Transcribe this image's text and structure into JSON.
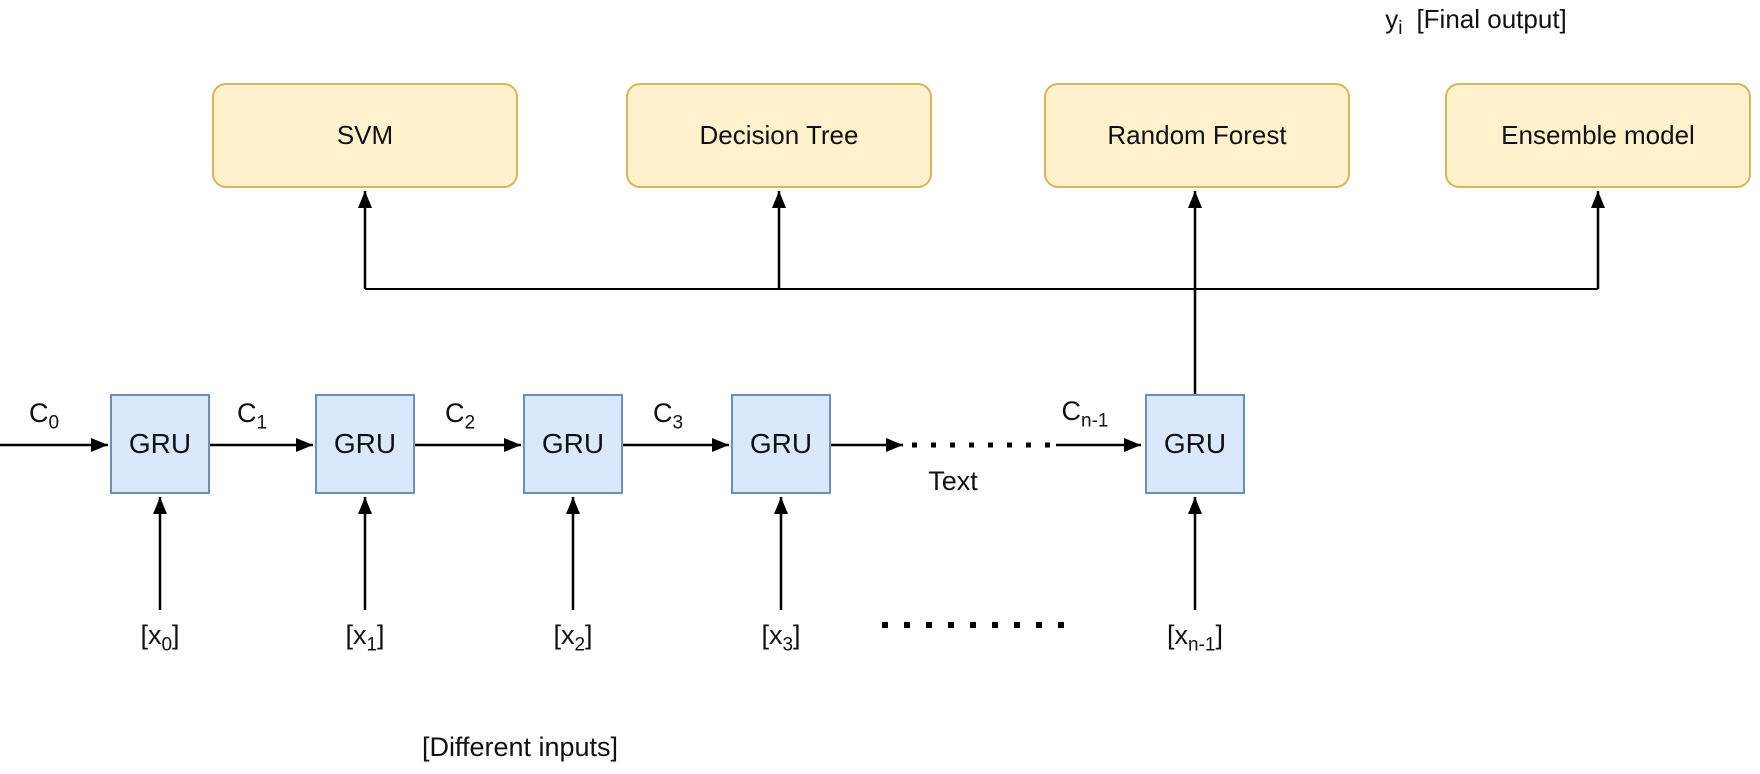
{
  "diagram": {
    "final_output": {
      "base": "y",
      "sub": "i",
      "rest": "[Final output]"
    },
    "classifiers": [
      {
        "label": "SVM"
      },
      {
        "label": "Decision Tree"
      },
      {
        "label": "Random Forest"
      },
      {
        "label": "Ensemble model"
      }
    ],
    "gru_units": [
      {
        "label": "GRU"
      },
      {
        "label": "GRU"
      },
      {
        "label": "GRU"
      },
      {
        "label": "GRU"
      },
      {
        "label": "GRU"
      }
    ],
    "c_labels": [
      {
        "base": "C",
        "sub": "0"
      },
      {
        "base": "C",
        "sub": "1"
      },
      {
        "base": "C",
        "sub": "2"
      },
      {
        "base": "C",
        "sub": "3"
      },
      {
        "base": "C",
        "sub": "n-1"
      }
    ],
    "x_labels": [
      {
        "open": "[x",
        "sub": "0",
        "close": "]"
      },
      {
        "open": "[x",
        "sub": "1",
        "close": "]"
      },
      {
        "open": "[x",
        "sub": "2",
        "close": "]"
      },
      {
        "open": "[x",
        "sub": "3",
        "close": "]"
      },
      {
        "open": "[x",
        "sub": "n-1",
        "close": "]"
      }
    ],
    "text_label": "Text",
    "inputs_caption": "[Different inputs]",
    "colors": {
      "classifier_fill": "#FFF2CC",
      "classifier_border": "#D6B656",
      "gru_fill": "#DAE8FC",
      "gru_border": "#6C8EBF",
      "line": "#000000"
    }
  }
}
